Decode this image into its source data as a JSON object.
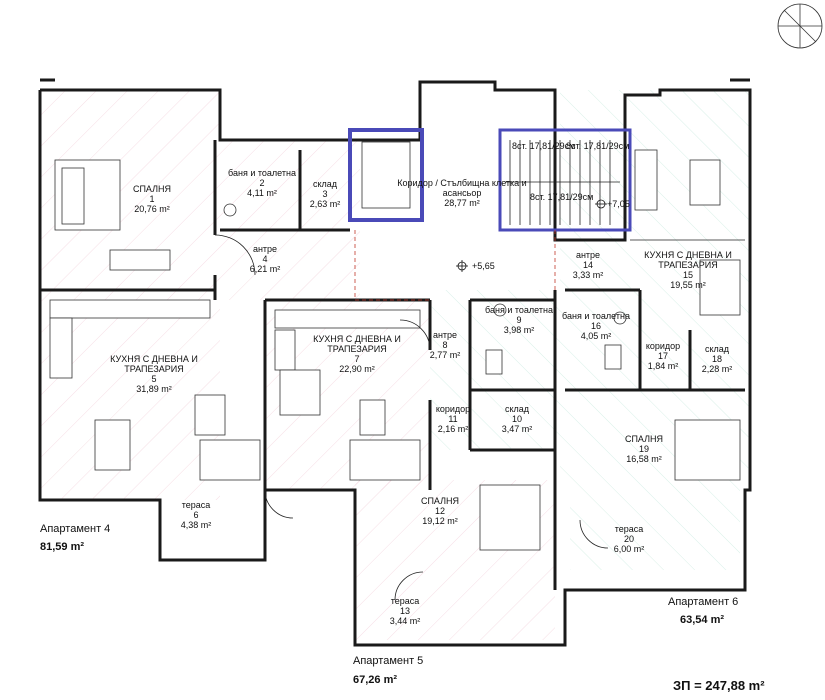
{
  "rooms": [
    {
      "id": "r1",
      "name": "СПАЛНЯ",
      "num": "1",
      "area": "20,76 m²"
    },
    {
      "id": "r2",
      "name": "баня и тоалетна",
      "num": "2",
      "area": "4,11 m²"
    },
    {
      "id": "r3",
      "name": "склад",
      "num": "3",
      "area": "2,63 m²"
    },
    {
      "id": "r4",
      "name": "антре",
      "num": "4",
      "area": "6,21 m²"
    },
    {
      "id": "r5",
      "name": "КУХНЯ С ДНЕВНА И ТРАПЕЗАРИЯ",
      "num": "5",
      "area": "31,89 m²"
    },
    {
      "id": "r6",
      "name": "тераса",
      "num": "6",
      "area": "4,38 m²"
    },
    {
      "id": "r7",
      "name": "КУХНЯ С ДНЕВНА И ТРАПЕЗАРИЯ",
      "num": "7",
      "area": "22,90 m²"
    },
    {
      "id": "r8",
      "name": "антре",
      "num": "8",
      "area": "2,77 m²"
    },
    {
      "id": "r9",
      "name": "баня и тоалетна",
      "num": "9",
      "area": "3,98 m²"
    },
    {
      "id": "r10",
      "name": "склад",
      "num": "10",
      "area": "3,47 m²"
    },
    {
      "id": "r11",
      "name": "коридор",
      "num": "11",
      "area": "2,16 m²"
    },
    {
      "id": "r12",
      "name": "СПАЛНЯ",
      "num": "12",
      "area": "19,12 m²"
    },
    {
      "id": "r13",
      "name": "тераса",
      "num": "13",
      "area": "3,44 m²"
    },
    {
      "id": "r14",
      "name": "антре",
      "num": "14",
      "area": "3,33 m²"
    },
    {
      "id": "r15",
      "name": "КУХНЯ С ДНЕВНА И ТРАПЕЗАРИЯ",
      "num": "15",
      "area": "19,55 m²"
    },
    {
      "id": "r16",
      "name": "баня и тоалетна",
      "num": "16",
      "area": "4,05 m²"
    },
    {
      "id": "r17",
      "name": "коридор",
      "num": "17",
      "area": "1,84 m²"
    },
    {
      "id": "r18",
      "name": "склад",
      "num": "18",
      "area": "2,28 m²"
    },
    {
      "id": "r19",
      "name": "СПАЛНЯ",
      "num": "19",
      "area": "16,58 m²"
    },
    {
      "id": "r20",
      "name": "тераса",
      "num": "20",
      "area": "6,00 m²"
    },
    {
      "id": "core",
      "name": "Коридор / Стълбищна клетка и асансьор",
      "num": "",
      "area": "28,77 m²"
    }
  ],
  "levels": [
    "+5,65",
    "+7,05"
  ],
  "stair_notes": [
    "8ст. 17,81/29см",
    "8ст. 17,81/29см",
    "8ст. 17,81/29см"
  ],
  "apartments": [
    {
      "name": "Апартамент 4",
      "area": "81,59 m²"
    },
    {
      "name": "Апартамент 5",
      "area": "67,26 m²"
    },
    {
      "name": "Апартамент 6",
      "area": "63,54 m²"
    }
  ],
  "total": "ЗП = 247,88 m²",
  "colors": {
    "wall": "#1a1a1a",
    "core_wall": "#4a4ab8",
    "hatch_left": "#f0c8d4",
    "hatch_right": "#bfe6d8",
    "axis": "#c0392b"
  }
}
